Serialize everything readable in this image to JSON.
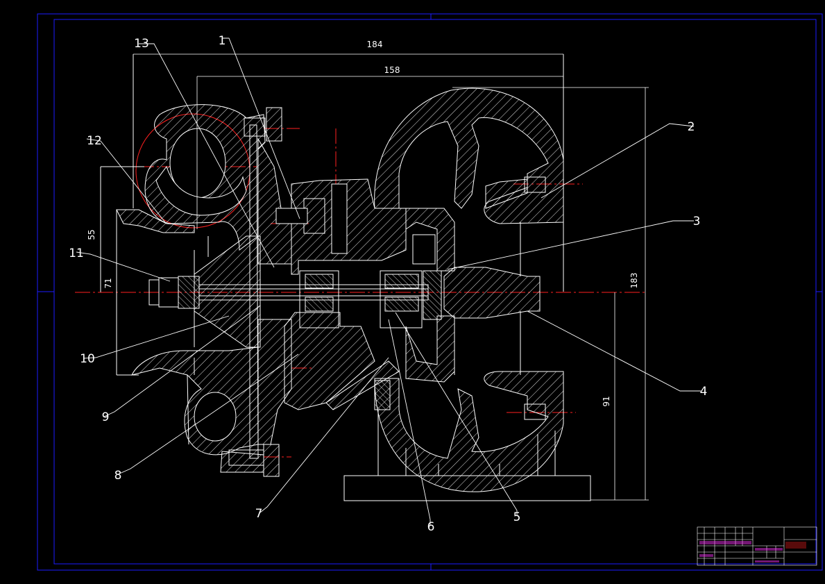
{
  "drawing": {
    "callouts": [
      "1",
      "2",
      "3",
      "4",
      "5",
      "6",
      "7",
      "8",
      "9",
      "10",
      "11",
      "12",
      "13"
    ],
    "dimensions": {
      "d184": "184",
      "d158": "158",
      "d183": "183",
      "d91": "91",
      "d55": "55",
      "d71": "71"
    }
  },
  "title_block": {
    "cells": [
      "",
      "",
      "",
      "",
      "",
      ""
    ]
  },
  "colors": {
    "background": "#000000",
    "geometry": "#ffffff",
    "border": "#1c1cff",
    "centerline": "#ff2020",
    "title": "#ff3030",
    "title_text": "#ff33ff"
  }
}
